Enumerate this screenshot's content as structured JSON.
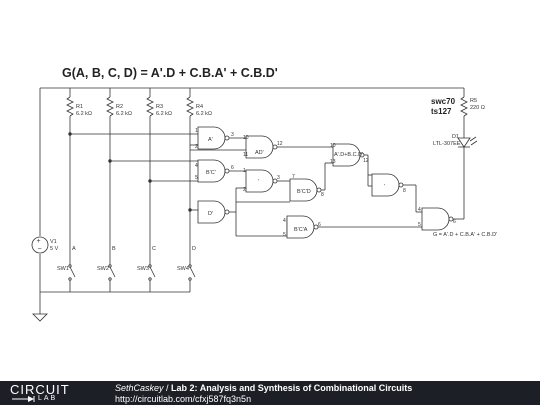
{
  "equation": "G(A, B, C, D) = A'.D + C.B.A' + C.B.D'",
  "chip_labels": {
    "line1": "swc70",
    "line2": "ts127"
  },
  "resistors": [
    {
      "name": "R1",
      "value": "6.2 kΩ"
    },
    {
      "name": "R2",
      "value": "6.2 kΩ"
    },
    {
      "name": "R3",
      "value": "6.2 kΩ"
    },
    {
      "name": "R4",
      "value": "6.2 kΩ"
    }
  ],
  "led_resistor": {
    "name": "R5",
    "value": "220 Ω"
  },
  "led": {
    "name": "D1",
    "part": "LTL-307EE"
  },
  "source": {
    "name": "V1",
    "value": "5 V"
  },
  "switches": [
    {
      "name": "SW1",
      "signal": "A"
    },
    {
      "name": "SW2",
      "signal": "B"
    },
    {
      "name": "SW3",
      "signal": "C"
    },
    {
      "name": "SW4",
      "signal": "D"
    }
  ],
  "gates": {
    "not_a": "A'",
    "not_b": "B'C'",
    "not_d": "D'",
    "and_ad": "AD'",
    "not_mid": "'",
    "and_bcd": "B'C'D",
    "and_bca": "B'C'A",
    "or_ad": "A'.D+B.C.D'",
    "not_out": "'",
    "output": "G = A'.D + C.B.A' + C.B.D'"
  },
  "pins": {
    "p1": "1",
    "p2": "2",
    "p3": "3",
    "p4": "4",
    "p5": "5",
    "p6": "6",
    "p7": "7",
    "p8": "8",
    "p9": "9",
    "p10": "10",
    "p11": "11",
    "p12": "12",
    "p13": "13"
  },
  "footer": {
    "brand_top": "CIRCUIT",
    "brand_bottom": "LAB",
    "author": "SethCaskey",
    "separator": " / ",
    "title": "Lab 2: Analysis and Synthesis of Combinational Circuits",
    "url": "http://circuitlab.com/cfxj587fq3n5n"
  }
}
